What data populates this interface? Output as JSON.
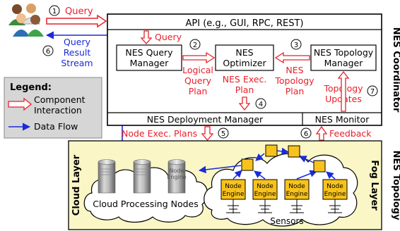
{
  "actors": {
    "query_label": "Query",
    "query_step": "1",
    "result_step": "6",
    "result_line1": "Query",
    "result_line2": "Result",
    "result_line3": "Stream"
  },
  "legend": {
    "title": "Legend:",
    "interaction_line1": "Component",
    "interaction_line2": "Interaction",
    "data_flow": "Data Flow"
  },
  "coordinator": {
    "side_label": "NES Coordinator",
    "api": "API (e.g., GUI, RPC, REST)",
    "query_arrow_label": "Query",
    "query_manager_line1": "NES Query",
    "query_manager_line2": "Manager",
    "optimizer_line1": "NES",
    "optimizer_line2": "Optimizer",
    "topology_manager_line1": "NES Topology",
    "topology_manager_line2": "Manager",
    "step2": "2",
    "step3": "3",
    "step4": "4",
    "step7": "7",
    "logical_plan_line1": "Logical",
    "logical_plan_line2": "Query",
    "logical_plan_line3": "Plan",
    "exec_plan_line1": "NES Exec.",
    "exec_plan_line2": "Plan",
    "topology_plan_line1": "NES",
    "topology_plan_line2": "Topology",
    "topology_plan_line3": "Plan",
    "topology_updates_line1": "Topology",
    "topology_updates_line2": "Updates",
    "deployment_manager": "NES Deployment Manager",
    "monitor": "NES Monitor"
  },
  "links": {
    "node_exec_plans": "Node Exec. Plans",
    "step5": "5",
    "step6": "6",
    "feedback": "Feedback"
  },
  "topology": {
    "side_label": "NES Topology",
    "cloud_layer": "Cloud Layer",
    "fog_layer": "Fog Layer",
    "cloud_nodes": "Cloud Processing Nodes",
    "server_label_line1": "Node",
    "server_label_line2": "Engine",
    "node_engine_line1": "Node",
    "node_engine_line2": "Engine",
    "sensors": "Sensors"
  },
  "colors": {
    "interaction": "#e8202a",
    "data_flow": "#1a2bd9",
    "fog_fill": "#fbf6c5",
    "node_fill": "#f7c21b"
  },
  "icons": [
    "users-icon",
    "server-icon",
    "antenna-icon"
  ]
}
